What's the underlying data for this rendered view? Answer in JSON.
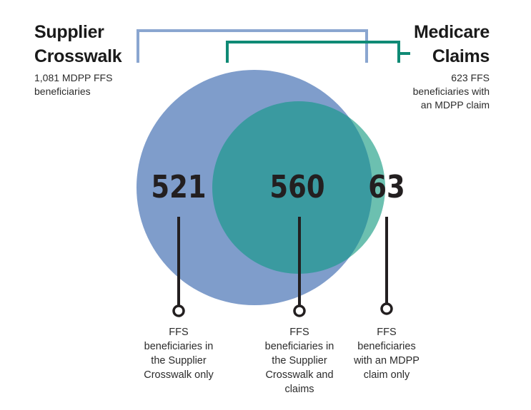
{
  "colors": {
    "supplier_crosswalk": "#7f9dcb",
    "medicare_claims": "#6cc0b0",
    "overlap": "#3a9aa0",
    "supplier_bracket": "#8aa6d0",
    "claims_bracket": "#0f8a75",
    "leader_line": "#231f20"
  },
  "sets": {
    "supplier_crosswalk": {
      "title": "Supplier\nCrosswalk",
      "description": "1,081 MDPP FFS\nbeneficiaries"
    },
    "medicare_claims": {
      "title": "Medicare\nClaims",
      "description": "623 FFS\nbeneficiaries with\nan MDPP claim"
    }
  },
  "regions": {
    "supplier_only": {
      "count": "521",
      "label": "FFS\nbeneficiaries in\nthe Supplier\nCrosswalk only"
    },
    "both": {
      "count": "560",
      "label": "FFS\nbeneficiaries in\nthe Supplier\nCrosswalk and\nclaims"
    },
    "claims_only": {
      "count": "63",
      "label": "FFS\nbeneficiaries\nwith an MDPP\nclaim only"
    }
  }
}
